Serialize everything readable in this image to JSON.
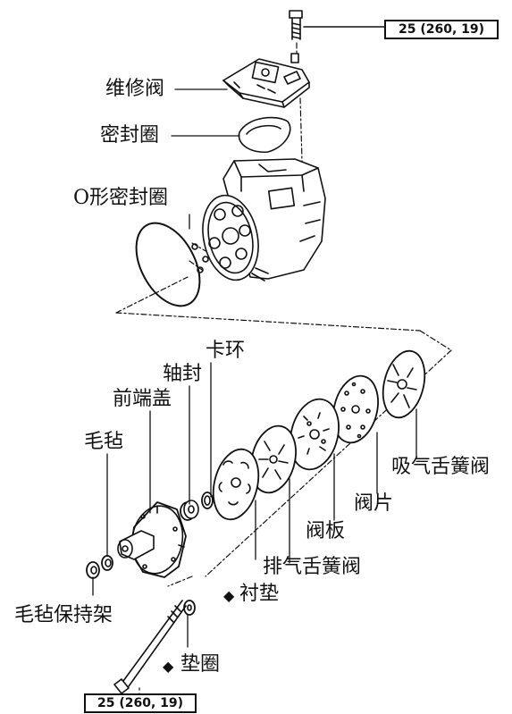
{
  "labels": {
    "service_valve": "维修阀",
    "seal_ring": "密封圈",
    "o_ring": "O形密封圈",
    "snap_ring": "卡环",
    "shaft_seal": "轴封",
    "front_cover": "前端盖",
    "felt": "毛毡",
    "felt_holder": "毛毡保持架",
    "gasket": "衬垫",
    "washer": "垫圈",
    "discharge_reed": "排气舌簧阀",
    "valve_plate": "阀板",
    "valve_sheet": "阀片",
    "suction_reed": "吸气舌簧阀"
  },
  "torque": {
    "top": "25 (260, 19)",
    "bottom": "25 (260, 19)"
  },
  "marks": {
    "gasket_diamond": "◆",
    "washer_diamond": "◆"
  }
}
